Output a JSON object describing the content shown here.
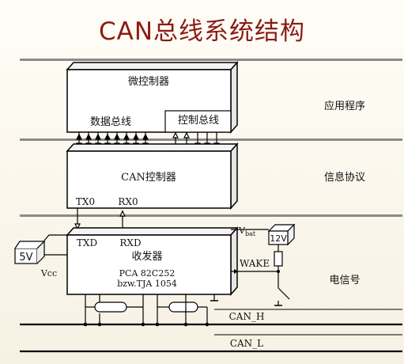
{
  "title": "CAN总线系统结构",
  "layers": {
    "application": "应用程序",
    "protocol": "信息协议",
    "physical": "电信号"
  },
  "microcontroller": {
    "label": "微控制器",
    "data_bus": "数据总线",
    "control_bus": "控制总线"
  },
  "can_controller": {
    "label": "CAN控制器",
    "tx0": "TX0",
    "rx0": "RX0"
  },
  "transceiver": {
    "txd": "TXD",
    "rxd": "RXD",
    "label": "收发器",
    "part1": "PCA 82C252",
    "part2": "bzw.TJA 1054",
    "wake": "WAKE",
    "vbat": "V",
    "vbat_sub": "bat"
  },
  "supply": {
    "v5": "5V",
    "vcc": "Vcc",
    "v12": "12V"
  },
  "bus": {
    "can_h": "CAN_H",
    "can_l": "CAN_L"
  }
}
